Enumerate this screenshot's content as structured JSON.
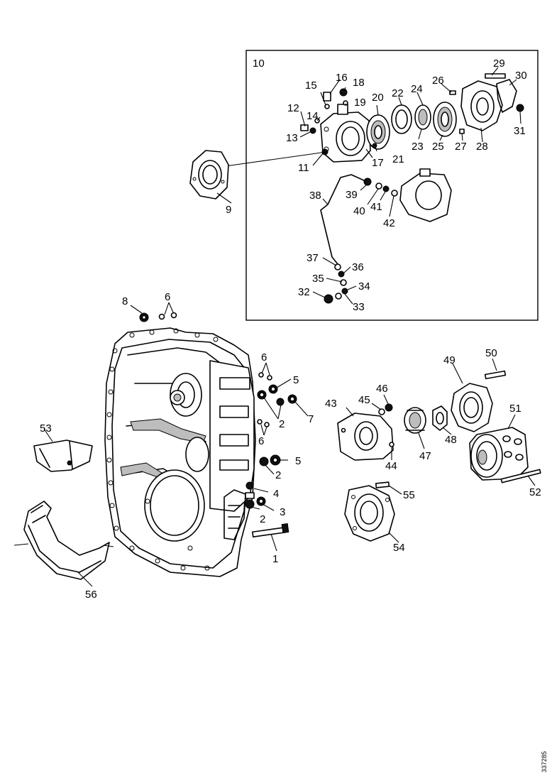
{
  "diagram": {
    "inset_label": "10",
    "drawing_ref": "337285",
    "callouts": [
      "1",
      "2",
      "3",
      "4",
      "5",
      "6",
      "7",
      "8",
      "9",
      "11",
      "12",
      "13",
      "14",
      "15",
      "16",
      "17",
      "18",
      "19",
      "20",
      "21",
      "22",
      "23",
      "24",
      "25",
      "26",
      "27",
      "28",
      "29",
      "30",
      "31",
      "32",
      "33",
      "34",
      "35",
      "36",
      "37",
      "38",
      "39",
      "40",
      "41",
      "42",
      "43",
      "44",
      "45",
      "46",
      "47",
      "48",
      "49",
      "50",
      "51",
      "52",
      "53",
      "54",
      "55",
      "56"
    ],
    "callouts_repeat": [
      "2",
      "2",
      "2",
      "5",
      "6",
      "6"
    ]
  }
}
